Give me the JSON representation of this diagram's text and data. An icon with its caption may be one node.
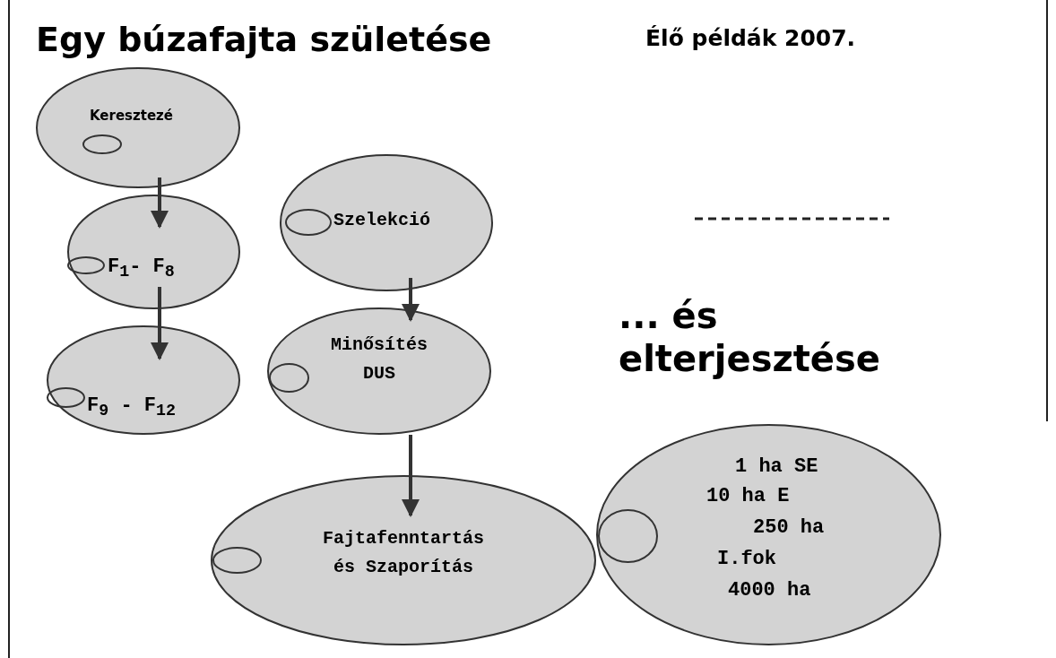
{
  "diagram": {
    "title": "Egy búzafajta születése",
    "nodes": [
      {
        "text": [
          "Keresztezé"
        ]
      },
      {
        "text": [],
        "shape": "circle",
        "in": 0
      },
      {
        "text": [
          "F$_{1}$- F$_{8}$"
        ]
      },
      {
        "text": [],
        "shape": "circle",
        "in": 2
      },
      {
        "text": [
          "F$_{9}$ - F$_{12}$"
        ]
      },
      {
        "text": [],
        "shape": "circle",
        "in": 4
      },
      {
        "text": [
          "Szelekció"
        ]
      },
      {
        "text": [],
        "shape": "circle",
        "in": 6
      },
      {
        "text": [
          "Minősítés DUS"
        ]
      },
      {
        "text": [],
        "shape": "circle",
        "in": 8
      },
      {
        "text": [
          "Fajtafenntartás és Szaporítás"
        ]
      },
      {
        "text": [],
        "shape": "circle",
        "in": 10
      },
      {
        "text": [
          "1 ha SE",
          "10 ha E",
          "250 ha",
          "I.fok",
          "4000 ha"
        ]
      },
      {
        "text": [],
        "shape": "circle",
        "in": 12
      }
    ],
    "edges": [
      {
        "from": 0,
        "to": 2,
        "arrow": "to"
      },
      {
        "from": 2,
        "to": 4,
        "arrow": "to"
      },
      {
        "from": 6,
        "to": 8,
        "arrow": "to"
      },
      {
        "from": 8,
        "to": 10,
        "arrow": "to"
      }
    ],
    "labels": [
      "Élő példák 2007.",
      "... és elterjesztése"
    ]
  }
}
